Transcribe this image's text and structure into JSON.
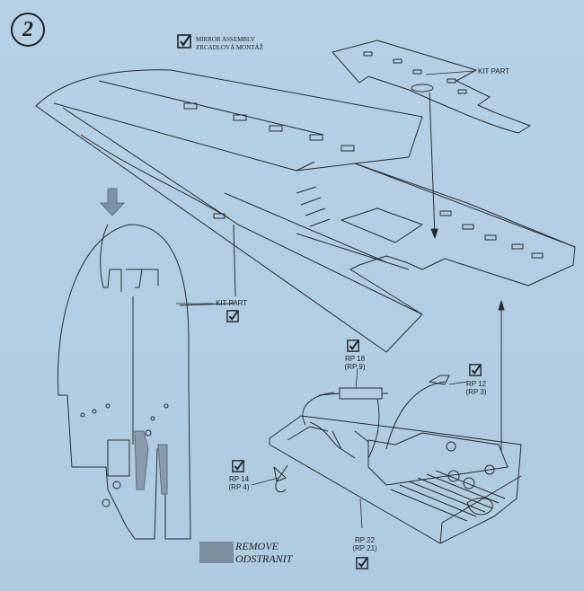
{
  "step": {
    "number": "2"
  },
  "mirror": {
    "line1": "MIRROR ASSEMBLY",
    "line2": "ZRCADLOVÁ MONTÁŽ"
  },
  "labels": {
    "kit_part_top": "KIT PART",
    "kit_part_left": "KIT PART",
    "rp18": "RP 18",
    "rp9": "(RP 9)",
    "rp12": "RP 12",
    "rp3": "(RP 3)",
    "rp14": "RP 14",
    "rp4": "(RP 4)",
    "rp22": "RP 22",
    "rp21": "(RP 21)"
  },
  "legend": {
    "line1": "REMOVE",
    "line2": "ODSTRANIT"
  },
  "colors": {
    "background": "#b3cfe3",
    "line": "#2a2a2a",
    "remove_fill": "#7c8da0"
  }
}
